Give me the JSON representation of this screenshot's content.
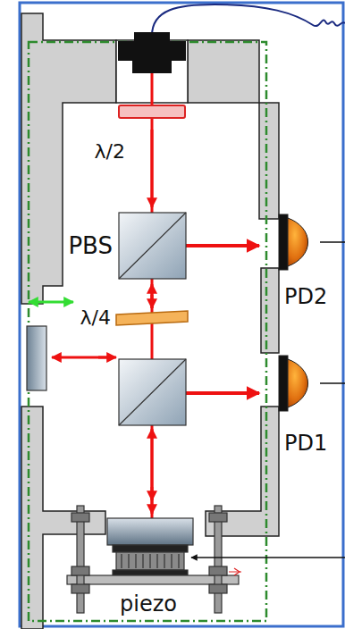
{
  "diagram": {
    "labels": [
      "λ/2",
      "PBS",
      "λ/4",
      "PD2",
      "PD1",
      "piezo"
    ]
  }
}
